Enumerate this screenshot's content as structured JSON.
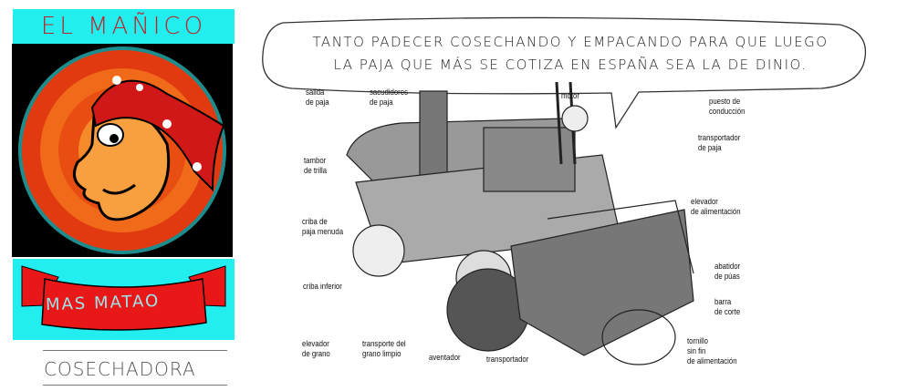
{
  "left_panel": {
    "title": "EL MAÑICO",
    "banner": "MAS MATAO",
    "caption": "COSECHADORA"
  },
  "speech_bubble": {
    "line1": "TANTO PADECER COSECHANDO Y EMPACANDO PARA QUE LUEGO",
    "line2": "LA PAJA QUE MÁS SE COTIZA EN ESPAÑA SEA LA DE DINIO."
  },
  "diagram_labels": {
    "salida_paja": [
      "salida",
      "de paja"
    ],
    "sacudidores": [
      "sacudidores",
      "de paja"
    ],
    "motor": [
      "motor"
    ],
    "puesto": [
      "puesto de",
      "conducción"
    ],
    "transportador_paja": [
      "transportador",
      "de paja"
    ],
    "tambor": [
      "tambor",
      "de trilla"
    ],
    "criba_menuda": [
      "criba de",
      "paja menuda"
    ],
    "elevador_alim": [
      "elevador",
      "de alimentación"
    ],
    "criba_inferior": [
      "criba inferior"
    ],
    "abatidor": [
      "abatidor",
      "de púas"
    ],
    "barra": [
      "barra",
      "de corte"
    ],
    "elevador_grano": [
      "elevador",
      "de grano"
    ],
    "transporte_grano": [
      "transporte del",
      "grano limpio"
    ],
    "aventador": [
      "aventador"
    ],
    "transportador": [
      "transportador"
    ],
    "tornillo": [
      "tornillo",
      "sin fin",
      "de alimentación"
    ]
  }
}
